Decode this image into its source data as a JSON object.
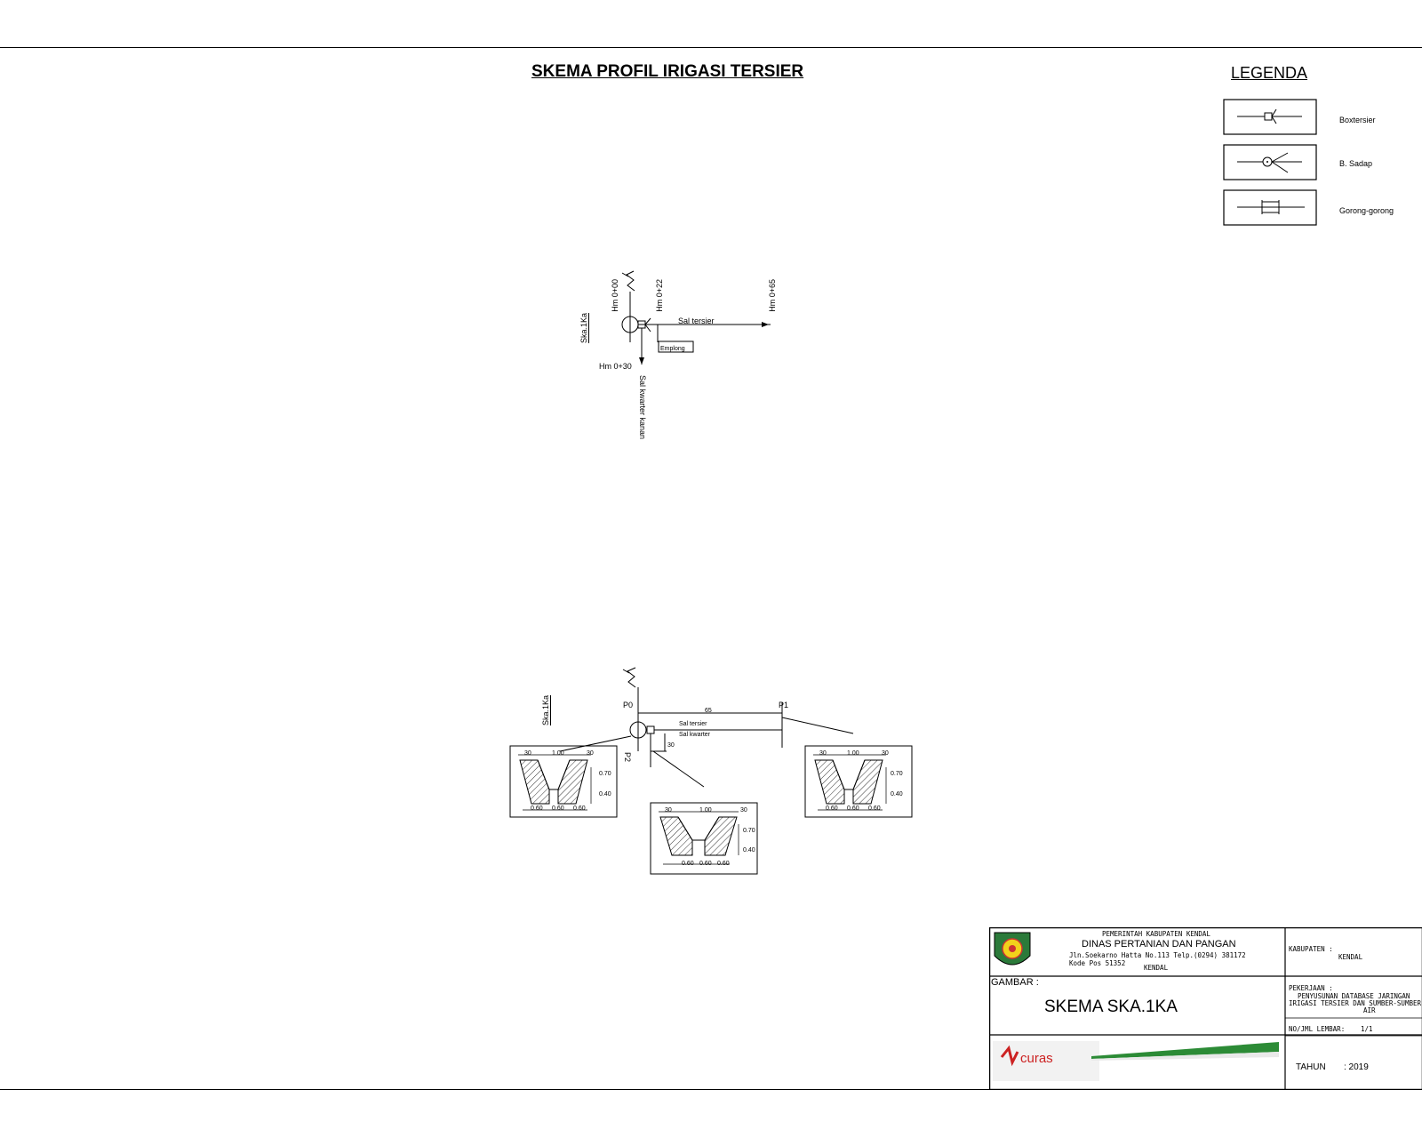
{
  "title": "SKEMA PROFIL IRIGASI TERSIER",
  "legend": {
    "title": "LEGENDA",
    "items": [
      {
        "label": "Boxtersier",
        "icon": "box-tersier-icon"
      },
      {
        "label": "B. Sadap",
        "icon": "bangunan-sadap-icon"
      },
      {
        "label": "Gorong-gorong",
        "icon": "culvert-icon"
      }
    ]
  },
  "schema1": {
    "name": "Ska.1Ka",
    "hm_000": "Hm 0+00",
    "hm_022": "Hm 0+22",
    "hm_065": "Hm 0+65",
    "hm_030": "Hm 0+30",
    "sal_tersier": "Sal tersier",
    "sal_kwarter": "Sal kwarter kanan",
    "emplong": "Emplong"
  },
  "schema2": {
    "name": "Ska.1Ka",
    "p0": "P0",
    "p1": "P1",
    "p2": "P2",
    "dist_p0_p1": "65",
    "dist_p0_p2": "30",
    "line_label_1": "Sal tersier",
    "line_label_2": "Sal kwarter",
    "sections": [
      {
        "top_left": "30",
        "top_mid": "1.00",
        "top_right": "30",
        "h1": "0.70",
        "h2": "0.40",
        "b1": "0.60",
        "b2": "0.60",
        "b3": "0.60"
      },
      {
        "top_left": "30",
        "top_mid": "1.00",
        "top_right": "30",
        "h1": "0.70",
        "h2": "0.40",
        "b1": "0.60",
        "b2": "0.60",
        "b3": "0.60"
      },
      {
        "top_left": "30",
        "top_mid": "1.00",
        "top_right": "30",
        "h1": "0.70",
        "h2": "0.40",
        "b1": "0.60",
        "b2": "0.60",
        "b3": "0.60"
      }
    ]
  },
  "title_block": {
    "gov": "PEMERINTAH KABUPATEN KENDAL",
    "dept": "DINAS PERTANIAN DAN PANGAN",
    "address": "Jln.Soekarno Hatta No.113 Telp.(0294) 381172",
    "postcode": "Kode Pos 51352",
    "city": "KENDAL",
    "kabupaten_label": "KABUPATEN :",
    "kabupaten_value": "KENDAL",
    "gambar_label": "GAMBAR :",
    "drawing_name": "SKEMA SKA.1KA",
    "pekerjaan_label": "PEKERJAAN :",
    "pekerjaan_value_1": "PENYUSUNAN DATABASE JARINGAN",
    "pekerjaan_value_2": "IRIGASI TERSIER DAN SUMBER-SUMBER",
    "pekerjaan_value_3": "AIR",
    "sheet_label": "NO/JML LEMBAR:",
    "sheet_value": "1/1",
    "tahun_label": "TAHUN",
    "tahun_value": ": 2019",
    "consultant_logo_text": "curas"
  }
}
